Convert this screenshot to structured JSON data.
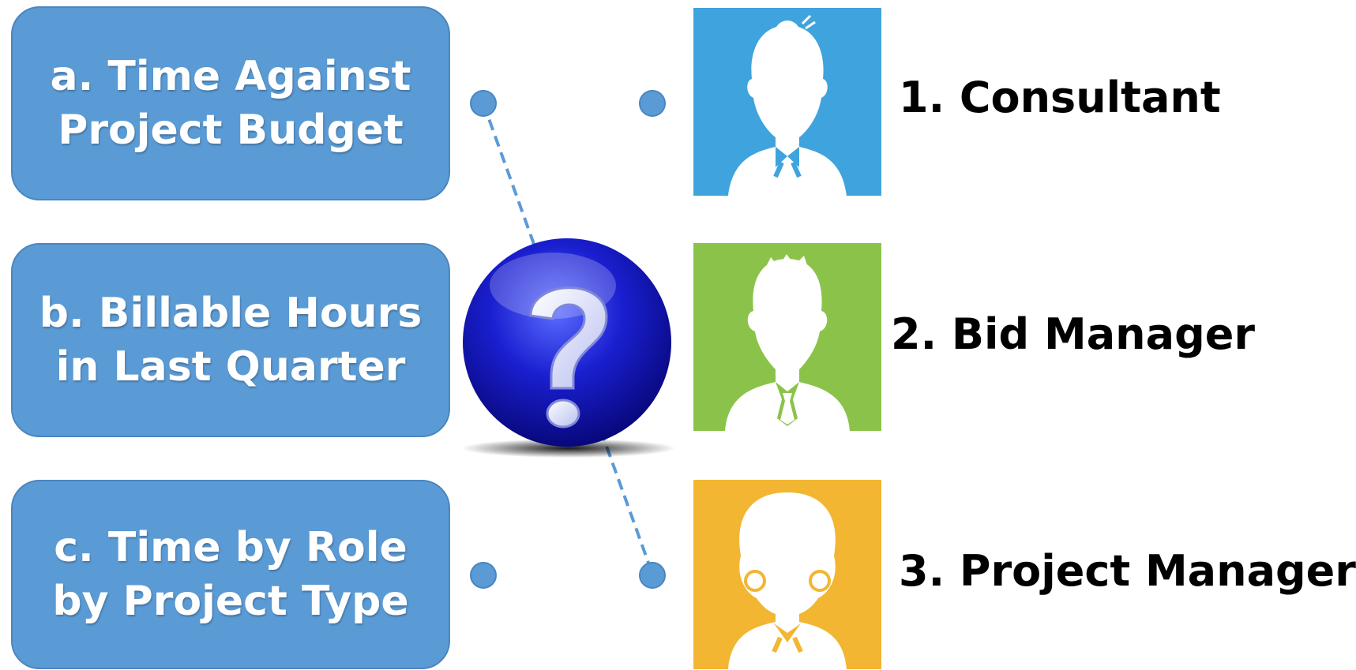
{
  "measures": [
    {
      "id": "a",
      "lines": [
        "a. Time Against",
        "Project Budget"
      ]
    },
    {
      "id": "b",
      "lines": [
        "b. Billable Hours",
        "in Last Quarter"
      ]
    },
    {
      "id": "c",
      "lines": [
        "c. Time by Role",
        "by Project Type"
      ]
    }
  ],
  "roles": [
    {
      "label": "1. Consultant",
      "color": "#3fa3dd",
      "icon": "female-silhouette-bow-icon"
    },
    {
      "label": "2. Bid Manager",
      "color": "#8bc34a",
      "icon": "male-silhouette-tie-icon"
    },
    {
      "label": "3. Project Manager",
      "color": "#f2b632",
      "icon": "female-silhouette-earrings-icon"
    }
  ],
  "center_icon": "question-mark-orb-icon",
  "colors": {
    "card": "#5b9bd5",
    "connector": "#5b9bd5",
    "orb": "#1010a0"
  }
}
